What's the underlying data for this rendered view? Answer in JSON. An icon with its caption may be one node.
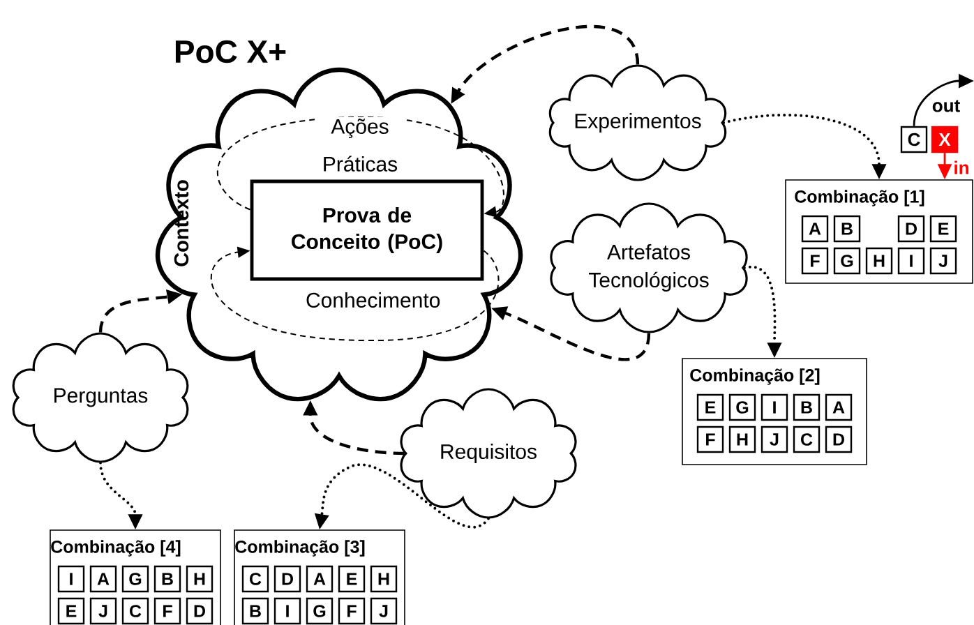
{
  "diagram": {
    "nodes": [
      {
        "text": [
          "PoC X+",
          "Contexto"
        ]
      },
      {
        "text": [
          "Prova de Conceito (PoC)"
        ],
        "in": 0
      },
      {
        "text": [
          "Experimentos"
        ]
      },
      {
        "text": [
          "C"
        ]
      },
      {
        "text": [
          "X"
        ]
      },
      {
        "text": [
          "Combinação [1]"
        ]
      },
      {
        "text": [
          "A"
        ],
        "in": 5
      },
      {
        "text": [
          "B"
        ],
        "in": 5
      },
      {
        "text": [
          "D"
        ],
        "in": 5
      },
      {
        "text": [
          "E"
        ],
        "in": 5
      },
      {
        "text": [
          "F"
        ],
        "in": 5
      },
      {
        "text": [
          "G"
        ],
        "in": 5
      },
      {
        "text": [
          "H"
        ],
        "in": 5
      },
      {
        "text": [
          "I"
        ],
        "in": 5
      },
      {
        "text": [
          "J"
        ],
        "in": 5
      },
      {
        "text": [
          "Artefatos Tecnológicos"
        ]
      },
      {
        "text": [
          "Combinação [2]"
        ]
      },
      {
        "text": [
          "E"
        ],
        "in": 16
      },
      {
        "text": [
          "G"
        ],
        "in": 16
      },
      {
        "text": [
          "I"
        ],
        "in": 16
      },
      {
        "text": [
          "B"
        ],
        "in": 16
      },
      {
        "text": [
          "A"
        ],
        "in": 16
      },
      {
        "text": [
          "F"
        ],
        "in": 16
      },
      {
        "text": [
          "H"
        ],
        "in": 16
      },
      {
        "text": [
          "J"
        ],
        "in": 16
      },
      {
        "text": [
          "C"
        ],
        "in": 16
      },
      {
        "text": [
          "D"
        ],
        "in": 16
      },
      {
        "text": [
          "Perguntas"
        ]
      },
      {
        "text": [
          "Requisitos"
        ]
      },
      {
        "text": [
          "Combinação [4]"
        ]
      },
      {
        "text": [
          "I"
        ],
        "in": 29
      },
      {
        "text": [
          "A"
        ],
        "in": 29
      },
      {
        "text": [
          "G"
        ],
        "in": 29
      },
      {
        "text": [
          "B"
        ],
        "in": 29
      },
      {
        "text": [
          "H"
        ],
        "in": 29
      },
      {
        "text": [
          "E"
        ],
        "in": 29
      },
      {
        "text": [
          "J"
        ],
        "in": 29
      },
      {
        "text": [
          "C"
        ],
        "in": 29
      },
      {
        "text": [
          "F"
        ],
        "in": 29
      },
      {
        "text": [
          "D"
        ],
        "in": 29
      },
      {
        "text": [
          "Combinação [3]"
        ]
      },
      {
        "text": [
          "C"
        ],
        "in": 40
      },
      {
        "text": [
          "D"
        ],
        "in": 40
      },
      {
        "text": [
          "A"
        ],
        "in": 40
      },
      {
        "text": [
          "E"
        ],
        "in": 40
      },
      {
        "text": [
          "H"
        ],
        "in": 40
      },
      {
        "text": [
          "B"
        ],
        "in": 40
      },
      {
        "text": [
          "I"
        ],
        "in": 40
      },
      {
        "text": [
          "G"
        ],
        "in": 40
      },
      {
        "text": [
          "F"
        ],
        "in": 40
      },
      {
        "text": [
          "J"
        ],
        "in": 40
      }
    ],
    "edges": [
      {
        "from": 1,
        "to": 1,
        "arrow": "to",
        "label": "Ações Práticas",
        "style": "dashed"
      },
      {
        "from": 1,
        "to": 1,
        "arrow": "to",
        "label": "Conhecimento",
        "style": "dashed"
      },
      {
        "from": 2,
        "to": 0,
        "arrow": "to",
        "style": "dashed"
      },
      {
        "from": 2,
        "to": 5,
        "arrow": "to",
        "style": "dashed"
      },
      {
        "from": 4,
        "to": 5,
        "arrow": "to",
        "label": "in",
        "color": "#ff0000"
      },
      {
        "from": 3,
        "to": null,
        "arrow": "to",
        "label": "out"
      },
      {
        "from": 15,
        "to": 0,
        "arrow": "to",
        "style": "dashed"
      },
      {
        "from": 15,
        "to": 16,
        "arrow": "to",
        "style": "dashed"
      },
      {
        "from": 27,
        "to": 0,
        "arrow": "to",
        "style": "dashed"
      },
      {
        "from": 27,
        "to": 29,
        "arrow": "to",
        "style": "dashed"
      },
      {
        "from": 28,
        "to": 0,
        "arrow": "to",
        "style": "dashed"
      },
      {
        "from": 28,
        "to": 40,
        "arrow": "to",
        "style": "dashed"
      }
    ]
  }
}
